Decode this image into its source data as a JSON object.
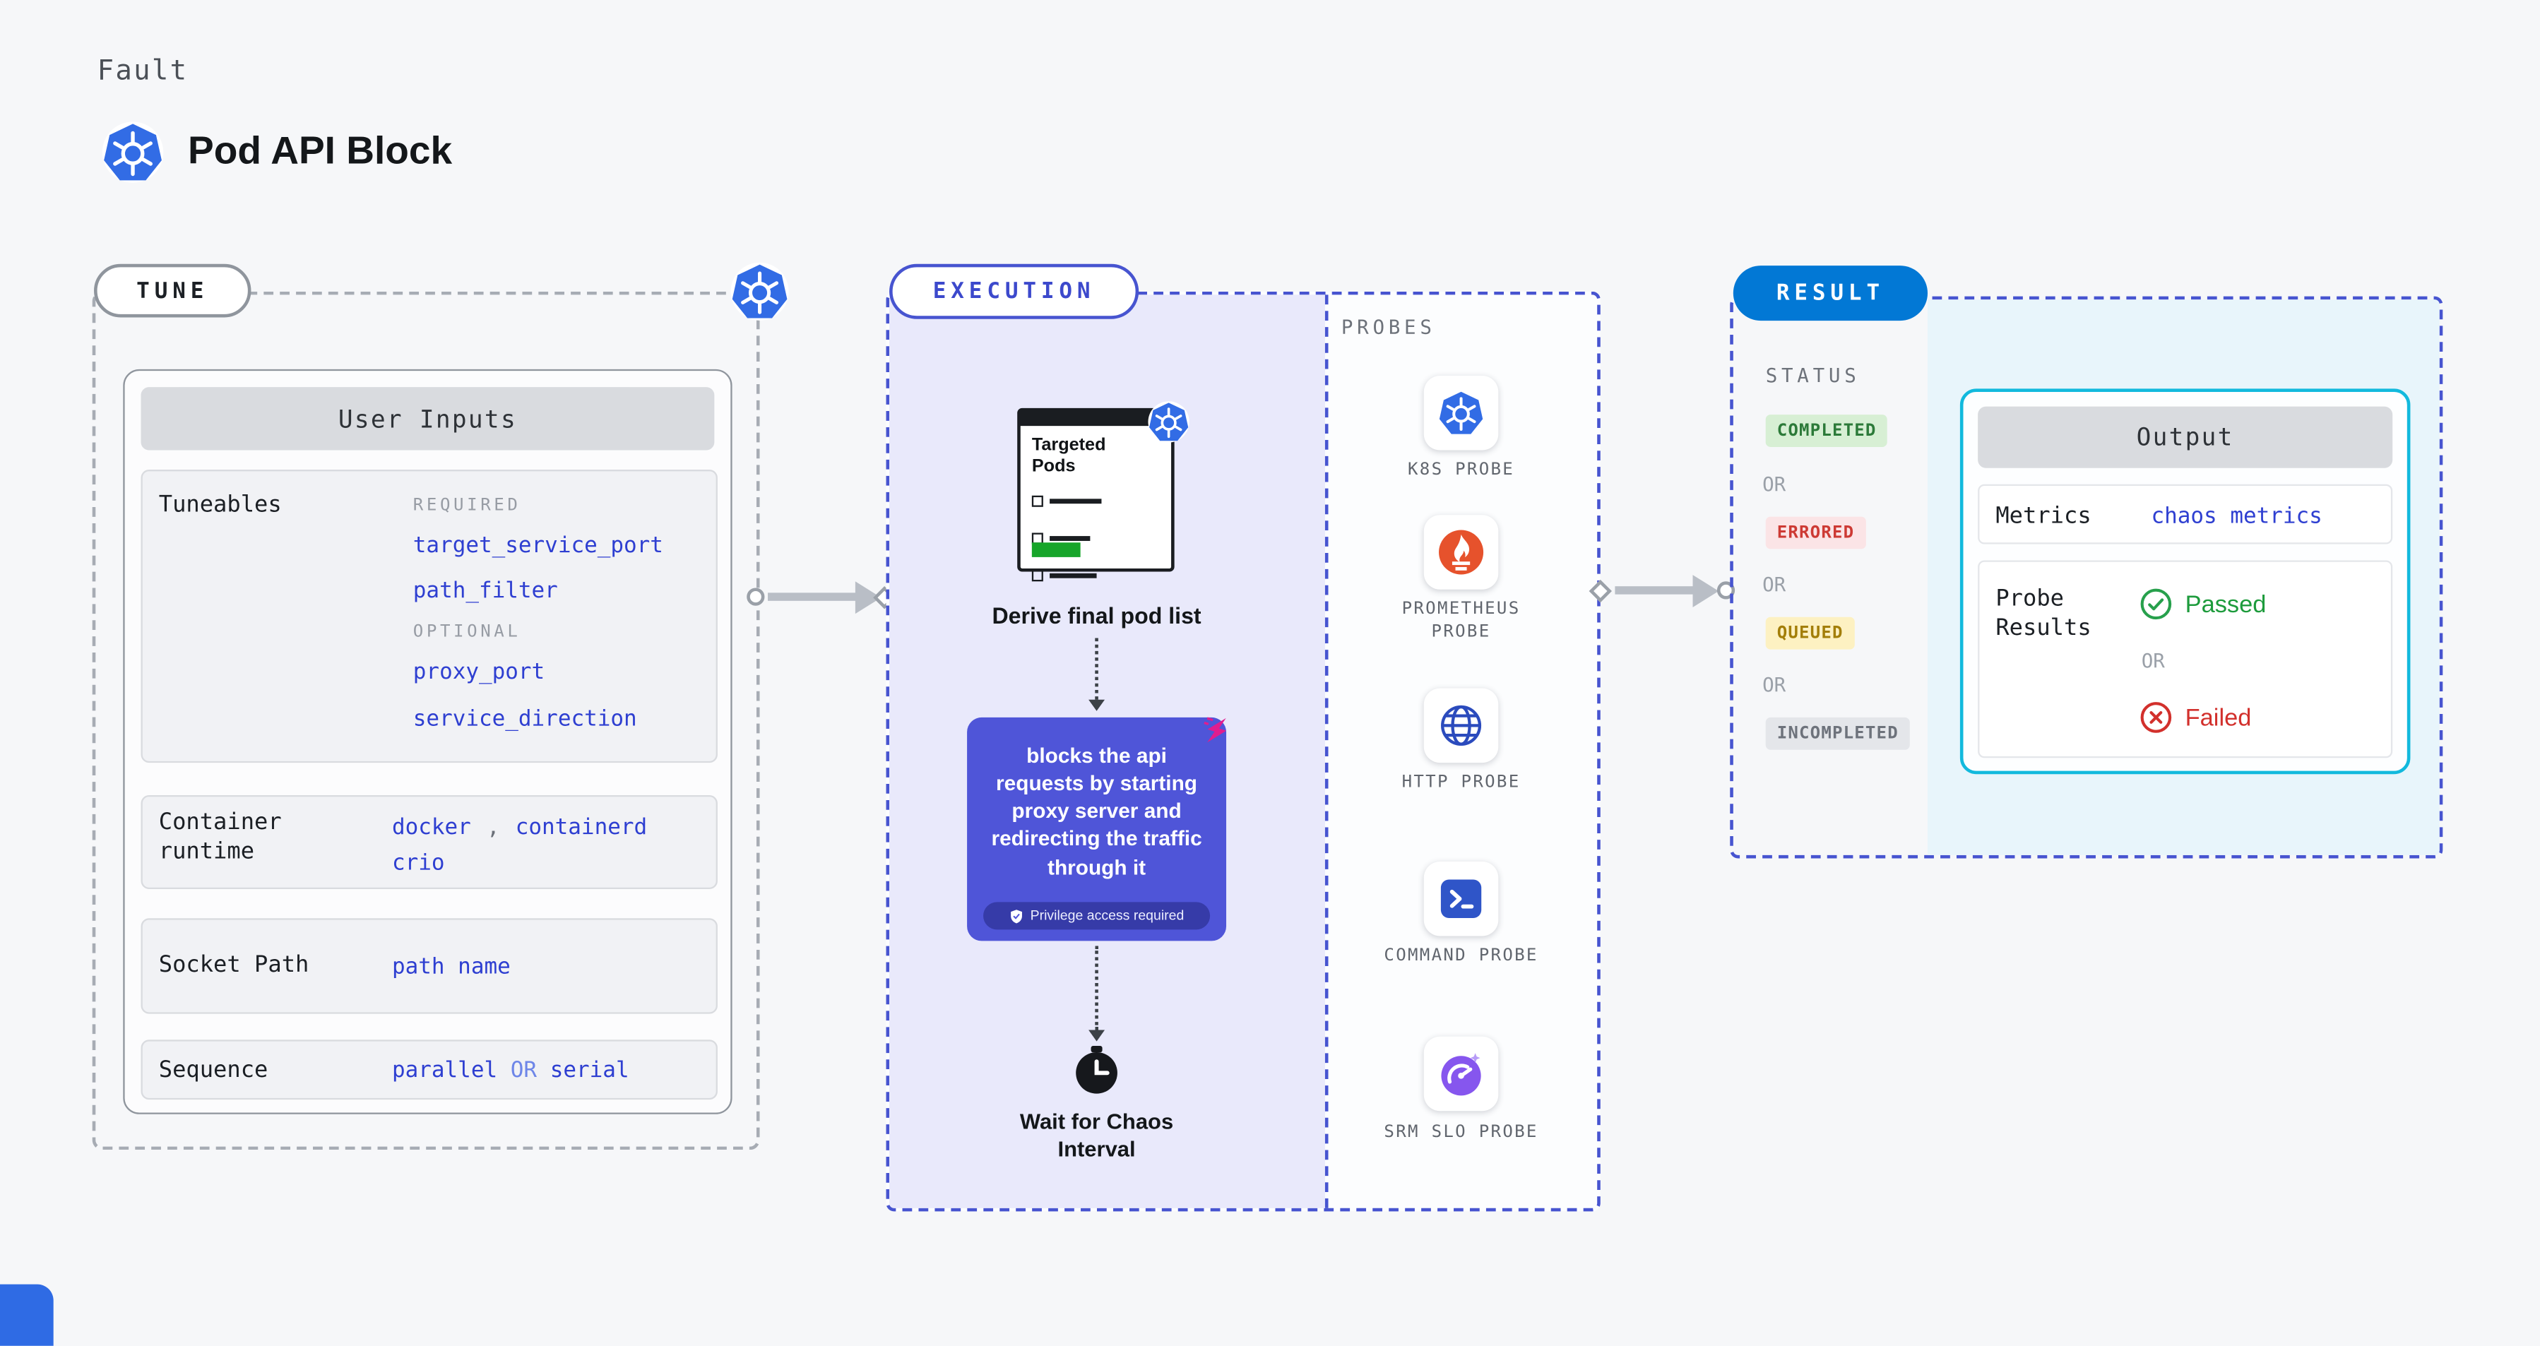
{
  "header": {
    "category": "Fault",
    "title": "Pod API Block"
  },
  "tune": {
    "pill": "TUNE",
    "card_title": "User Inputs",
    "tuneables_label": "Tuneables",
    "required_label": "REQUIRED",
    "required": [
      "target_service_port",
      "path_filter"
    ],
    "optional_label": "OPTIONAL",
    "optional": [
      "proxy_port",
      "service_direction"
    ],
    "runtime_label": "Container runtime",
    "runtime_values": [
      "docker",
      "containerd",
      "crio"
    ],
    "runtime_separator": ",",
    "socket_label": "Socket Path",
    "socket_value": "path name",
    "sequence_label": "Sequence",
    "sequence_first": "parallel",
    "sequence_or": "OR",
    "sequence_second": "serial"
  },
  "execution": {
    "pill": "EXECUTION",
    "pod_doc_title": "Targeted Pods",
    "derive_caption": "Derive final pod list",
    "action_text": "blocks the api requests by starting proxy server and redirecting the traffic through it",
    "privilege_badge": "Privilege access required",
    "wait_caption": "Wait for Chaos Interval"
  },
  "probes": {
    "label": "PROBES",
    "items": [
      {
        "name": "K8S PROBE",
        "icon": "kubernetes-icon"
      },
      {
        "name": "PROMETHEUS PROBE",
        "icon": "prometheus-icon"
      },
      {
        "name": "HTTP PROBE",
        "icon": "globe-icon"
      },
      {
        "name": "COMMAND PROBE",
        "icon": "terminal-icon"
      },
      {
        "name": "SRM SLO PROBE",
        "icon": "gauge-icon"
      }
    ]
  },
  "result": {
    "pill": "RESULT",
    "status_label": "STATUS",
    "or_label": "OR",
    "statuses": [
      {
        "label": "COMPLETED",
        "bg": "#d7efd4",
        "color": "#2c7a39"
      },
      {
        "label": "ERRORED",
        "bg": "#fbe4e6",
        "color": "#cd3a34"
      },
      {
        "label": "QUEUED",
        "bg": "#fdf1c2",
        "color": "#a37e08"
      },
      {
        "label": "INCOMPLETED",
        "bg": "#e4e6ea",
        "color": "#6d727b"
      }
    ],
    "output": {
      "title": "Output",
      "metrics_label": "Metrics",
      "metrics_value": "chaos metrics",
      "probe_results_label": "Probe Results",
      "passed": "Passed",
      "failed": "Failed"
    }
  },
  "colors": {
    "page_bg": "#f6f7f9",
    "accent_blue": "#0278d5",
    "link_blue": "#2e3fd1",
    "execution_purple": "#4f55d8",
    "execution_bg": "#e9e9fb",
    "output_cyan": "#12b9dd",
    "output_bg": "#e8f5fb",
    "k8s_blue": "#326ce5",
    "prometheus_orange": "#e6522c",
    "chaos_pink": "#e11d8f"
  }
}
